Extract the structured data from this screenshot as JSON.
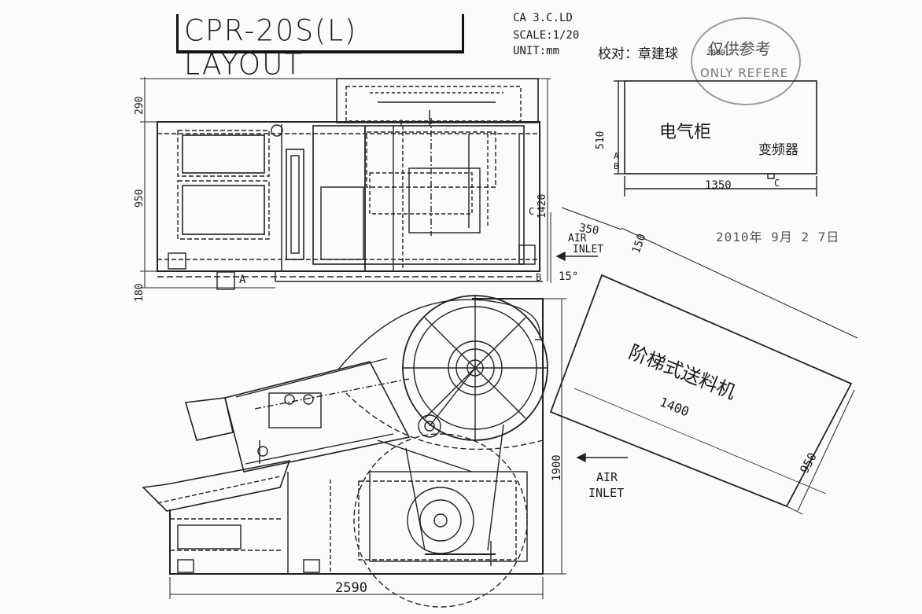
{
  "title": "CPR-20S(L) LAYOUT",
  "meta": {
    "code": "CA     3.C.LD",
    "scale": "SCALE:1/20",
    "unit": "UNIT:mm",
    "checker": "校对：章建球",
    "check_date": "2009.7.7"
  },
  "stamp": {
    "cn": "仅供参考",
    "en": "ONLY REFERE"
  },
  "date_stamp": "2010年 9月 2 7日",
  "electrical_cabinet": {
    "label": "电气柜",
    "inverter": "变频器",
    "width": "1350",
    "height": "510",
    "marks": [
      "A",
      "B",
      "C"
    ]
  },
  "top_view": {
    "dims": {
      "top": "290",
      "middle": "950",
      "bottom": "180",
      "right": "1420"
    },
    "marks": {
      "a": "A",
      "b": "B",
      "c": "C"
    }
  },
  "air_inlet_upper": {
    "text1": "AIR",
    "text2": "INLET",
    "dim": "350",
    "angle": "15°",
    "dim2": "150"
  },
  "feeder": {
    "label": "阶梯式送料机",
    "length": "1400",
    "width": "950"
  },
  "side_view": {
    "width": "2590",
    "height": "1900"
  },
  "air_inlet_lower": {
    "text1": "AIR",
    "text2": "INLET"
  }
}
